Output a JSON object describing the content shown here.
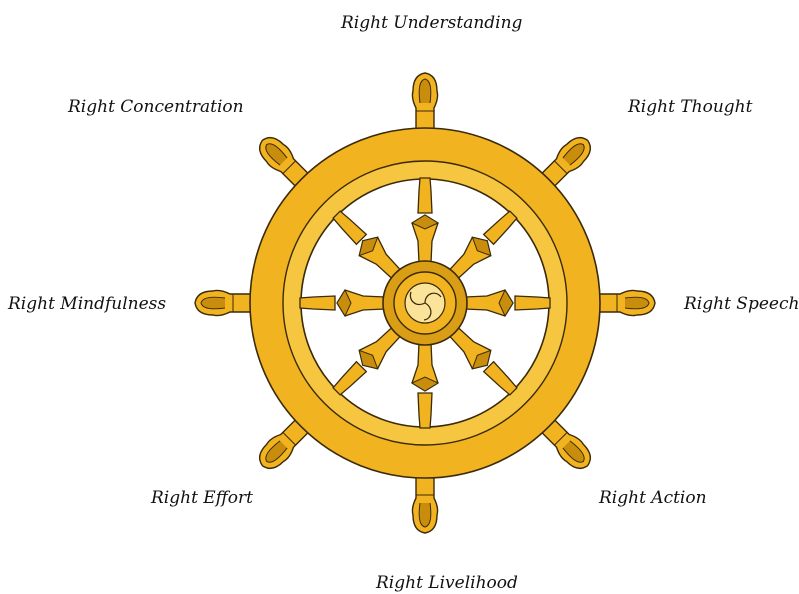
{
  "labels": {
    "understanding": "Right Understanding",
    "thought": "Right Thought",
    "speech": "Right Speech",
    "action": "Right Action",
    "livelihood": "Right Livelihood",
    "effort": "Right Effort",
    "mindfulness": "Right Mindfulness",
    "concentration": "Right Concentration"
  },
  "colors": {
    "gold": "#F2B321",
    "gold_light": "#F9D04A",
    "gold_dark": "#C98D0E",
    "outline": "#3A2A08",
    "hub_center": "#FBE39A"
  }
}
